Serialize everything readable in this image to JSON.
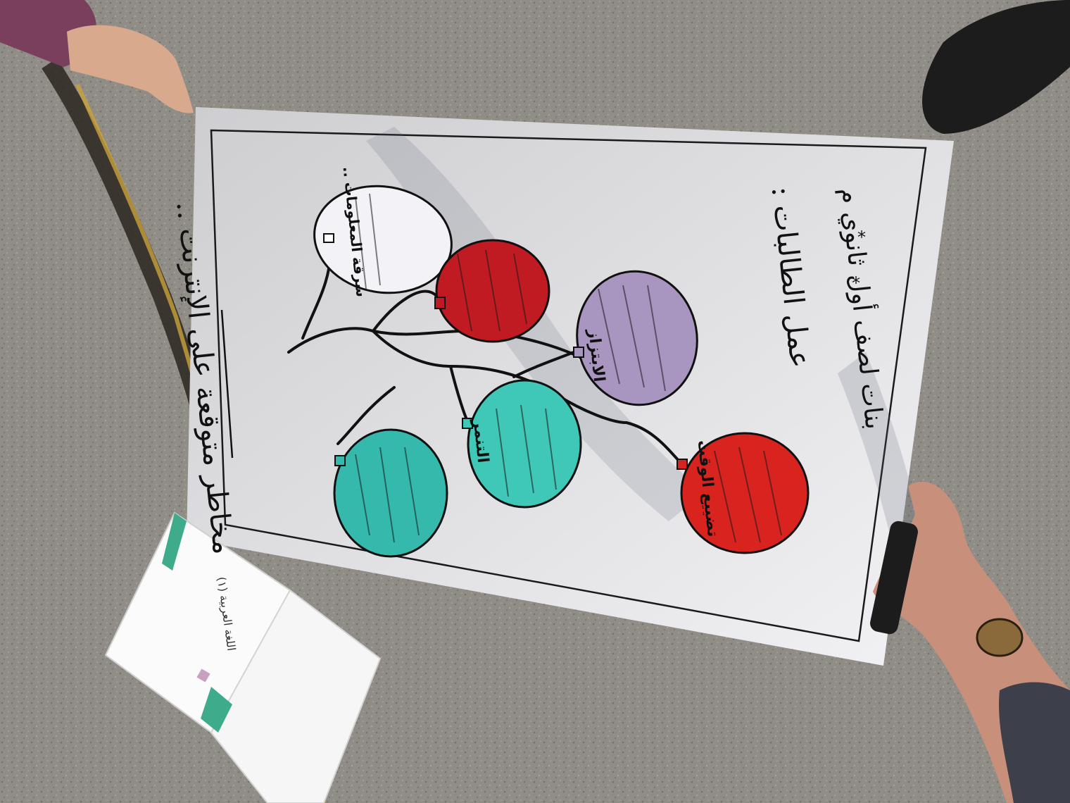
{
  "poster": {
    "title": "مخاطر متوقعة على الإنترنت ..",
    "credit_line1": "عمل الطالبات :",
    "credit_line2": "بنات لصف أول ثانوي م",
    "balloons": [
      {
        "title": "سرقة المعلومات ..",
        "color": "#f3f3f7"
      },
      {
        "title": "",
        "color": "#c01a22"
      },
      {
        "title": "الابتزاز",
        "color": "#a996c0"
      },
      {
        "title": "التنمر",
        "color": "#3fc7b7"
      },
      {
        "title": "",
        "color": "#35b9ad"
      },
      {
        "title": "تضييع الوقت",
        "color": "#d8231f"
      }
    ]
  },
  "book": {
    "title": "اللغة العربية (١)"
  }
}
